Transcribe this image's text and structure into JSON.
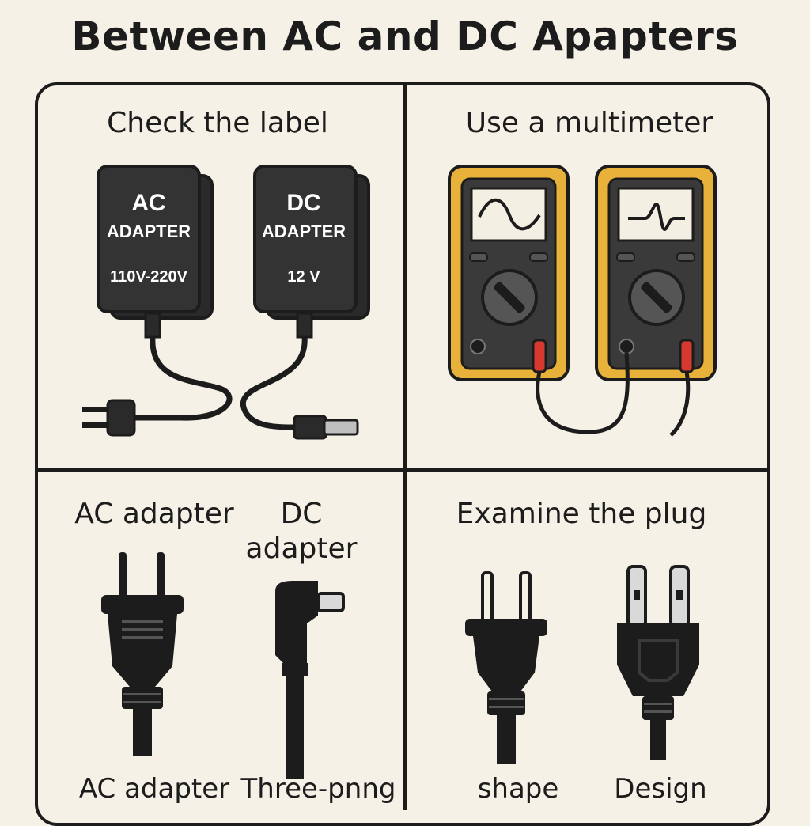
{
  "title": "Between AC and DC Apapters",
  "panels": {
    "label": {
      "heading": "Check the label",
      "ac": {
        "line1": "AC",
        "line2": "ADAPTER",
        "rating": "110V-220V"
      },
      "dc": {
        "line1": "DC",
        "line2": "ADAPTER",
        "rating": "12 V"
      }
    },
    "multimeter": {
      "heading": "Use a multimeter"
    },
    "adapters": {
      "ac_heading": "AC adapter",
      "dc_heading_line1": "DC",
      "dc_heading_line2": "adapter",
      "ac_caption": "AC adapter",
      "dc_caption": "Three-pnng"
    },
    "plug": {
      "heading": "Examine the plug",
      "left_caption": "shape",
      "right_caption": "Design"
    }
  },
  "colors": {
    "background": "#f6f1e6",
    "ink": "#1c1c1c",
    "device": "#3a3a3a",
    "meter_case": "#e8b23a",
    "probe_red": "#d63a2f",
    "screen": "#f3efe2",
    "prong": "#d9d9d9"
  }
}
